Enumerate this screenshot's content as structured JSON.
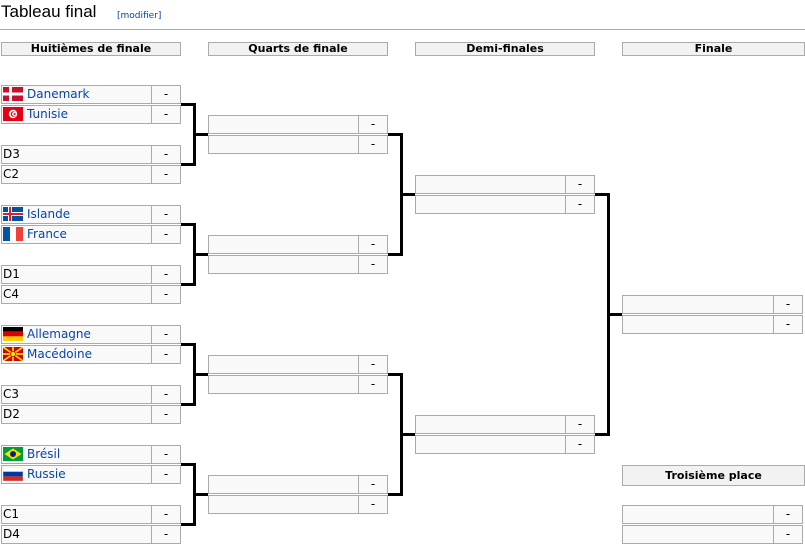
{
  "title": "Tableau final",
  "edit_link": "[modifier]",
  "headers": {
    "r16": "Huitièmes de finale",
    "qf": "Quarts de finale",
    "sf": "Demi-finales",
    "final": "Finale",
    "third": "Troisième place"
  },
  "r16": [
    {
      "name": "Danemark",
      "score": "-",
      "flag": "denmark",
      "link": true
    },
    {
      "name": "Tunisie",
      "score": "-",
      "flag": "tunisia",
      "link": true
    },
    {
      "name": "D3",
      "score": "-",
      "flag": "",
      "link": false
    },
    {
      "name": "C2",
      "score": "-",
      "flag": "",
      "link": false
    },
    {
      "name": "Islande",
      "score": "-",
      "flag": "iceland",
      "link": true
    },
    {
      "name": "France",
      "score": "-",
      "flag": "france",
      "link": true
    },
    {
      "name": "D1",
      "score": "-",
      "flag": "",
      "link": false
    },
    {
      "name": "C4",
      "score": "-",
      "flag": "",
      "link": false
    },
    {
      "name": "Allemagne",
      "score": "-",
      "flag": "germany",
      "link": true
    },
    {
      "name": "Macédoine",
      "score": "-",
      "flag": "macedonia",
      "link": true
    },
    {
      "name": "C3",
      "score": "-",
      "flag": "",
      "link": false
    },
    {
      "name": "D2",
      "score": "-",
      "flag": "",
      "link": false
    },
    {
      "name": "Brésil",
      "score": "-",
      "flag": "brazil",
      "link": true
    },
    {
      "name": "Russie",
      "score": "-",
      "flag": "russia",
      "link": true
    },
    {
      "name": "C1",
      "score": "-",
      "flag": "",
      "link": false
    },
    {
      "name": "D4",
      "score": "-",
      "flag": "",
      "link": false
    }
  ],
  "qf": [
    {
      "name": "",
      "score": "-"
    },
    {
      "name": "",
      "score": "-"
    },
    {
      "name": "",
      "score": "-"
    },
    {
      "name": "",
      "score": "-"
    },
    {
      "name": "",
      "score": "-"
    },
    {
      "name": "",
      "score": "-"
    },
    {
      "name": "",
      "score": "-"
    },
    {
      "name": "",
      "score": "-"
    }
  ],
  "sf": [
    {
      "name": "",
      "score": "-"
    },
    {
      "name": "",
      "score": "-"
    },
    {
      "name": "",
      "score": "-"
    },
    {
      "name": "",
      "score": "-"
    }
  ],
  "final": [
    {
      "name": "",
      "score": "-"
    },
    {
      "name": "",
      "score": "-"
    }
  ],
  "third": [
    {
      "name": "",
      "score": "-"
    },
    {
      "name": "",
      "score": "-"
    }
  ],
  "colors": {
    "link": "#0645ad",
    "border": "#aaaaaa",
    "cell_bg": "#f9f9f9",
    "header_bg": "#f2f2f2"
  }
}
